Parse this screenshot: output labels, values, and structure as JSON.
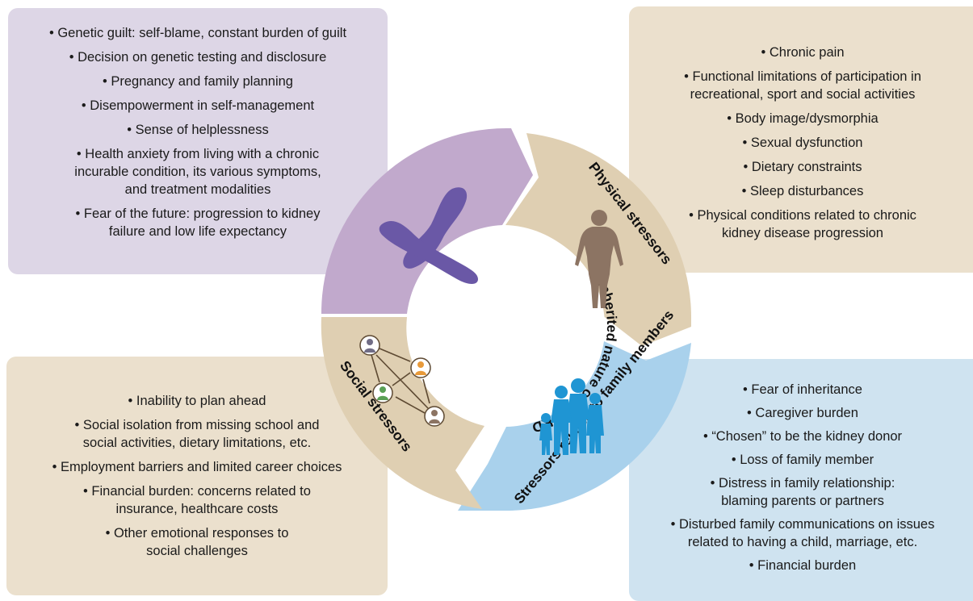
{
  "colors": {
    "inherited": "#c1a9cc",
    "physical": "#dfcfb2",
    "family": "#a9d1ec",
    "social": "#dfcfb2",
    "box_purple": "#ddd6e6",
    "box_tan": "#ebe0cd",
    "box_blue": "#cfe3f0",
    "chromosome": "#6a58a6",
    "body_silhouette": "#8c7463",
    "family_silhouette": "#1f95d3",
    "person_gray": "#716d86",
    "person_orange": "#e89a3a",
    "person_green": "#5aa055",
    "person_brown": "#8c7463",
    "arrow": "#5e4a33"
  },
  "segments": {
    "inherited": "Inherited nature of ADPKD",
    "physical": "Physical stressors",
    "family": "Stressors related to family members",
    "social": "Social stressors"
  },
  "icons": {
    "inherited": "chromosome-icon",
    "physical": "human-body-icon",
    "family": "family-icon",
    "social": "social-network-icon"
  },
  "boxes": {
    "inherited": [
      "Genetic guilt: self-blame, constant burden of guilt",
      "Decision on genetic testing and disclosure",
      "Pregnancy and family planning",
      "Disempowerment in self-management",
      "Sense of helplessness",
      [
        "Health anxiety from living with a chronic",
        "incurable condition, its various symptoms,",
        "and treatment modalities"
      ],
      [
        "Fear of the future: progression to kidney",
        "failure and low life expectancy"
      ]
    ],
    "physical": [
      "Chronic pain",
      [
        "Functional limitations of participation in",
        "recreational, sport and social activities"
      ],
      "Body image/dysmorphia",
      "Sexual dysfunction",
      "Dietary constraints",
      "Sleep disturbances",
      [
        "Physical conditions related to chronic",
        "kidney disease progression"
      ]
    ],
    "social": [
      "Inability to plan ahead",
      [
        "Social isolation from missing school and",
        "social activities, dietary limitations, etc."
      ],
      "Employment barriers and limited career choices",
      [
        "Financial burden: concerns related to",
        "insurance, healthcare costs"
      ],
      [
        "Other emotional responses to",
        "social challenges"
      ]
    ],
    "family": [
      "Fear of inheritance",
      "Caregiver burden",
      "“Chosen” to be the kidney donor",
      "Loss of family member",
      [
        "Distress in family relationship:",
        "blaming parents or partners"
      ],
      [
        "Disturbed family communications on issues",
        "related to having a child, marriage, etc."
      ],
      "Financial burden"
    ]
  }
}
